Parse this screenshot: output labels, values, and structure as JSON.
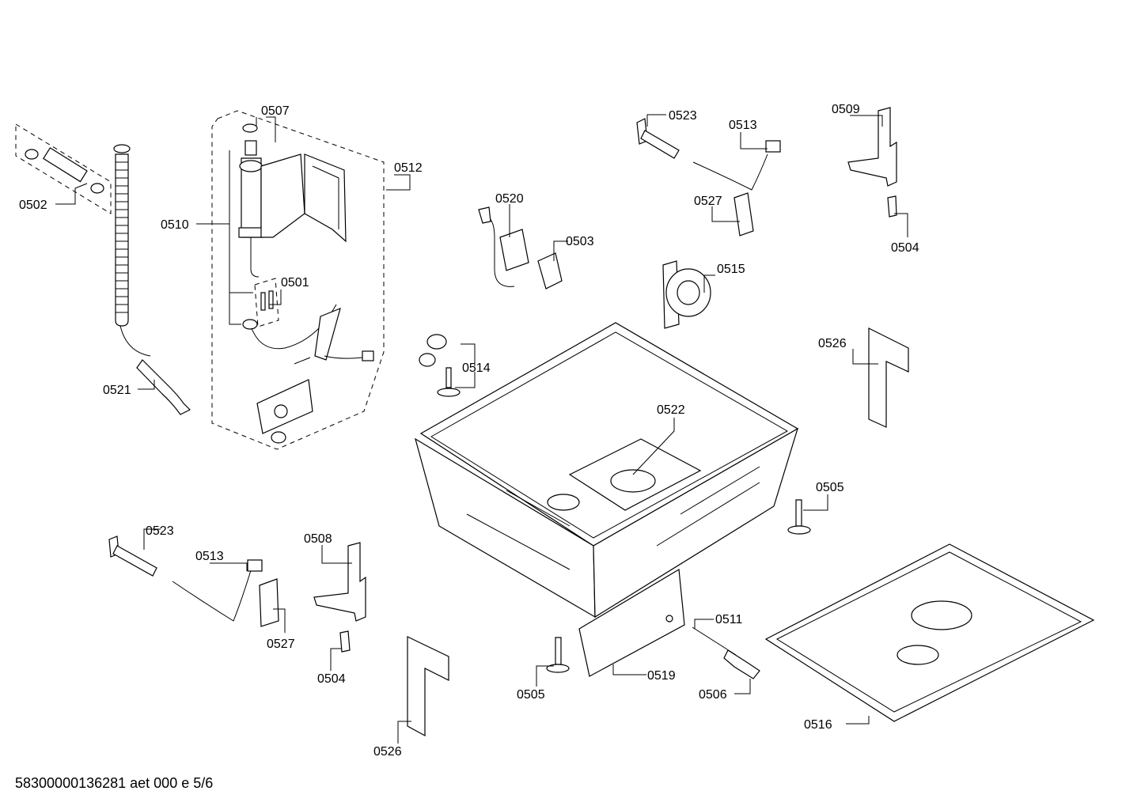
{
  "diagram": {
    "footer": "58300000136281 aet 000 e 5/6",
    "labels": [
      {
        "id": "0507",
        "text": "0507"
      },
      {
        "id": "0512",
        "text": "0512"
      },
      {
        "id": "0502",
        "text": "0502"
      },
      {
        "id": "0510",
        "text": "0510"
      },
      {
        "id": "0501",
        "text": "0501"
      },
      {
        "id": "0521",
        "text": "0521"
      },
      {
        "id": "0520",
        "text": "0520"
      },
      {
        "id": "0503",
        "text": "0503"
      },
      {
        "id": "0514",
        "text": "0514"
      },
      {
        "id": "0523a",
        "text": "0523"
      },
      {
        "id": "0513a",
        "text": "0513"
      },
      {
        "id": "0527a",
        "text": "0527"
      },
      {
        "id": "0509",
        "text": "0509"
      },
      {
        "id": "0504a",
        "text": "0504"
      },
      {
        "id": "0515",
        "text": "0515"
      },
      {
        "id": "0526a",
        "text": "0526"
      },
      {
        "id": "0522",
        "text": "0522"
      },
      {
        "id": "0505a",
        "text": "0505"
      },
      {
        "id": "0523b",
        "text": "0523"
      },
      {
        "id": "0513b",
        "text": "0513"
      },
      {
        "id": "0527b",
        "text": "0527"
      },
      {
        "id": "0508",
        "text": "0508"
      },
      {
        "id": "0504b",
        "text": "0504"
      },
      {
        "id": "0526b",
        "text": "0526"
      },
      {
        "id": "0505b",
        "text": "0505"
      },
      {
        "id": "0519",
        "text": "0519"
      },
      {
        "id": "0511",
        "text": "0511"
      },
      {
        "id": "0506",
        "text": "0506"
      },
      {
        "id": "0516",
        "text": "0516"
      }
    ]
  }
}
